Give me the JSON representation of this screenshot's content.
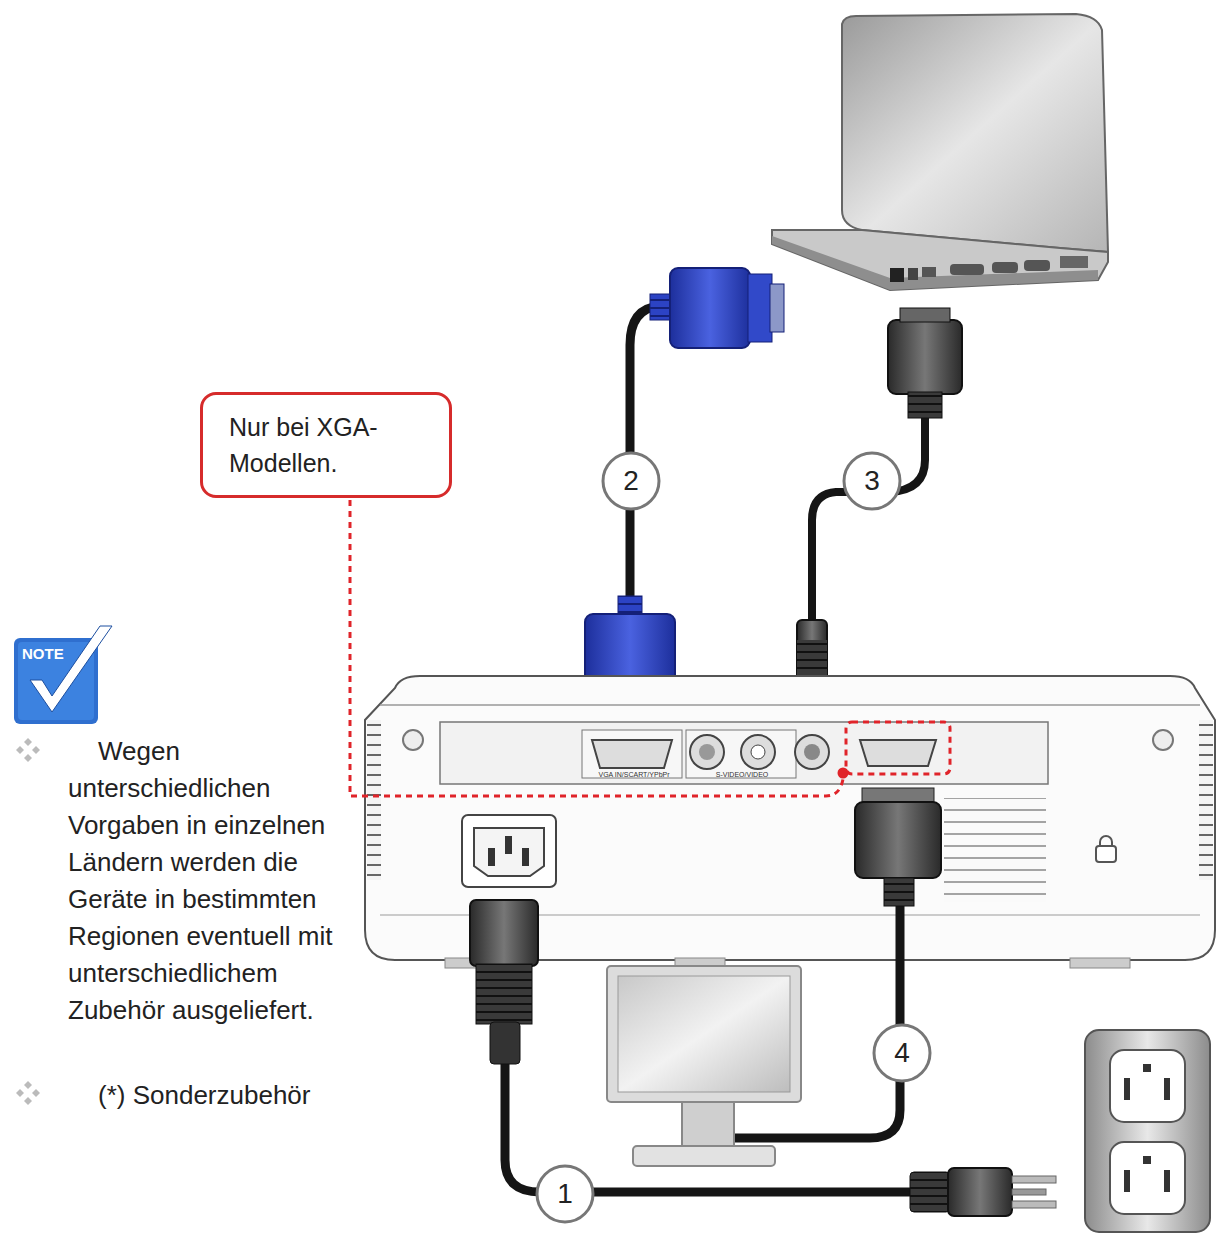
{
  "diagram": {
    "nodes": [
      {
        "text": [
          "Nur bei XGA- Modellen."
        ]
      }
    ],
    "edges": [],
    "labels": [
      "NOTE",
      "Wegen unterschiedlichen Vorgaben in einzelnen Ländern werden die Geräte in bestimmten Regionen eventuell mit unterschiedlichem Zubehör ausgeliefert.",
      "(*) Sonderzubehör",
      "VGA IN/SCART/YPbPr",
      "S-VIDEO/VIDEO",
      "2",
      "3",
      "4",
      "1"
    ]
  }
}
